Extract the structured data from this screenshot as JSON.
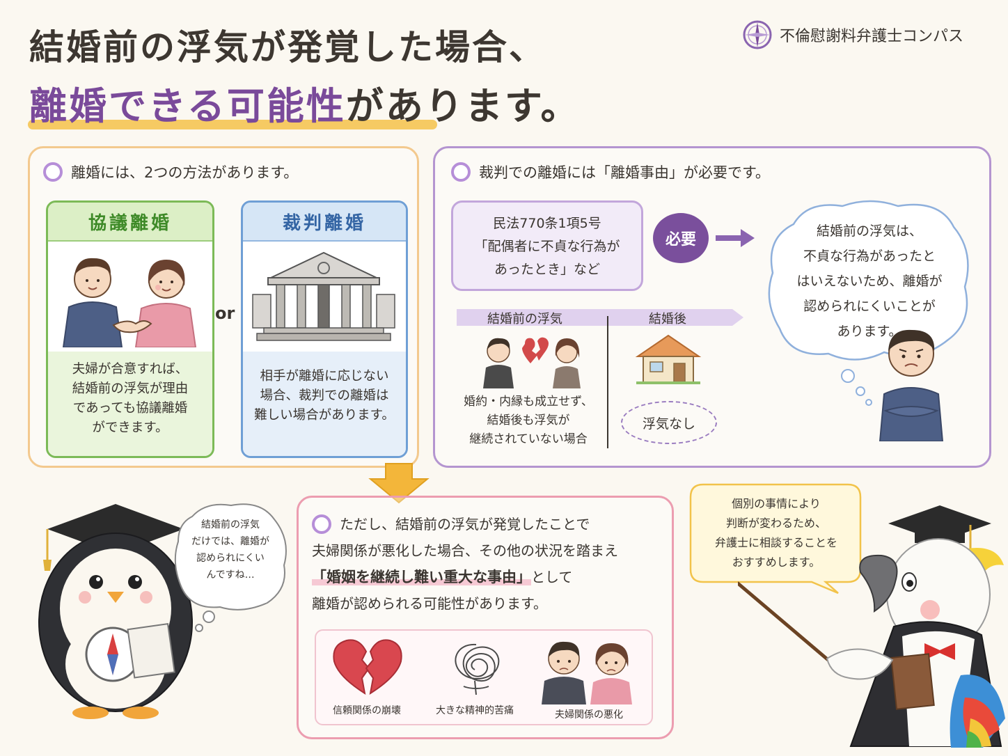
{
  "header": {
    "title_line1": "結婚前の浮気が発覚した場合、",
    "title_line2_highlight": "離婚できる可能性",
    "title_line2_rest": "があります。",
    "logo_text": "不倫慰謝料弁護士コンパス"
  },
  "left_panel": {
    "heading": "離婚には、2つの方法があります。",
    "cards": [
      {
        "title": "協議離婚",
        "lines": [
          "夫婦が合意すれば、",
          "結婚前の浮気が理由",
          "であっても協議離婚",
          "ができます。"
        ]
      },
      {
        "title": "裁判離婚",
        "lines": [
          "相手が離婚に応じない",
          "場合、裁判での離婚は",
          "難しい場合があります。"
        ]
      }
    ],
    "or_label": "or"
  },
  "right_panel": {
    "heading": "裁判での離婚には「離婚事由」が必要です。",
    "law_lines": [
      "民法770条1項5号",
      "「配偶者に不貞な行為が",
      "あったとき」など"
    ],
    "need_label": "必要",
    "thought_lines": [
      "結婚前の浮気は、",
      "不貞な行為があったと",
      "はいえないため、離婚が",
      "認められにくいことが",
      "あります。"
    ],
    "timeline": {
      "left_label": "結婚前の浮気",
      "right_label": "結婚後",
      "caption_lines": [
        "婚約・内縁も成立せず、",
        "結婚後も浮気が",
        "継続されていない場合"
      ],
      "no_affair": "浮気なし"
    }
  },
  "bottom_panel": {
    "line1": "ただし、結婚前の浮気が発覚したことで",
    "line2": "夫婦関係が悪化した場合、その他の状況を踏まえ",
    "quote": "「婚姻を継続し難い重大な事由」",
    "line3_rest": "として",
    "line4": "離婚が認められる可能性があります。",
    "icons": [
      {
        "icon": "broken-heart-icon",
        "label": "信頼関係の崩壊"
      },
      {
        "icon": "scribble-stress-icon",
        "label": "大きな精神的苦痛"
      },
      {
        "icon": "worried-couple-icon",
        "label": "夫婦関係の悪化"
      }
    ]
  },
  "penguin": {
    "thought_lines": [
      "結婚前の浮気",
      "だけでは、離婚が",
      "認められにくい",
      "んですね…"
    ]
  },
  "parrot": {
    "speech_lines": [
      "個別の事情により",
      "判断が変わるため、",
      "弁護士に相談することを",
      "おすすめします。"
    ]
  },
  "colors": {
    "purple_accent": "#7a4a9a",
    "yellow_highlight": "#f4c24a",
    "green_card": "#7cba57",
    "blue_card": "#6f9fd5",
    "pink_panel": "#ec9db0"
  }
}
